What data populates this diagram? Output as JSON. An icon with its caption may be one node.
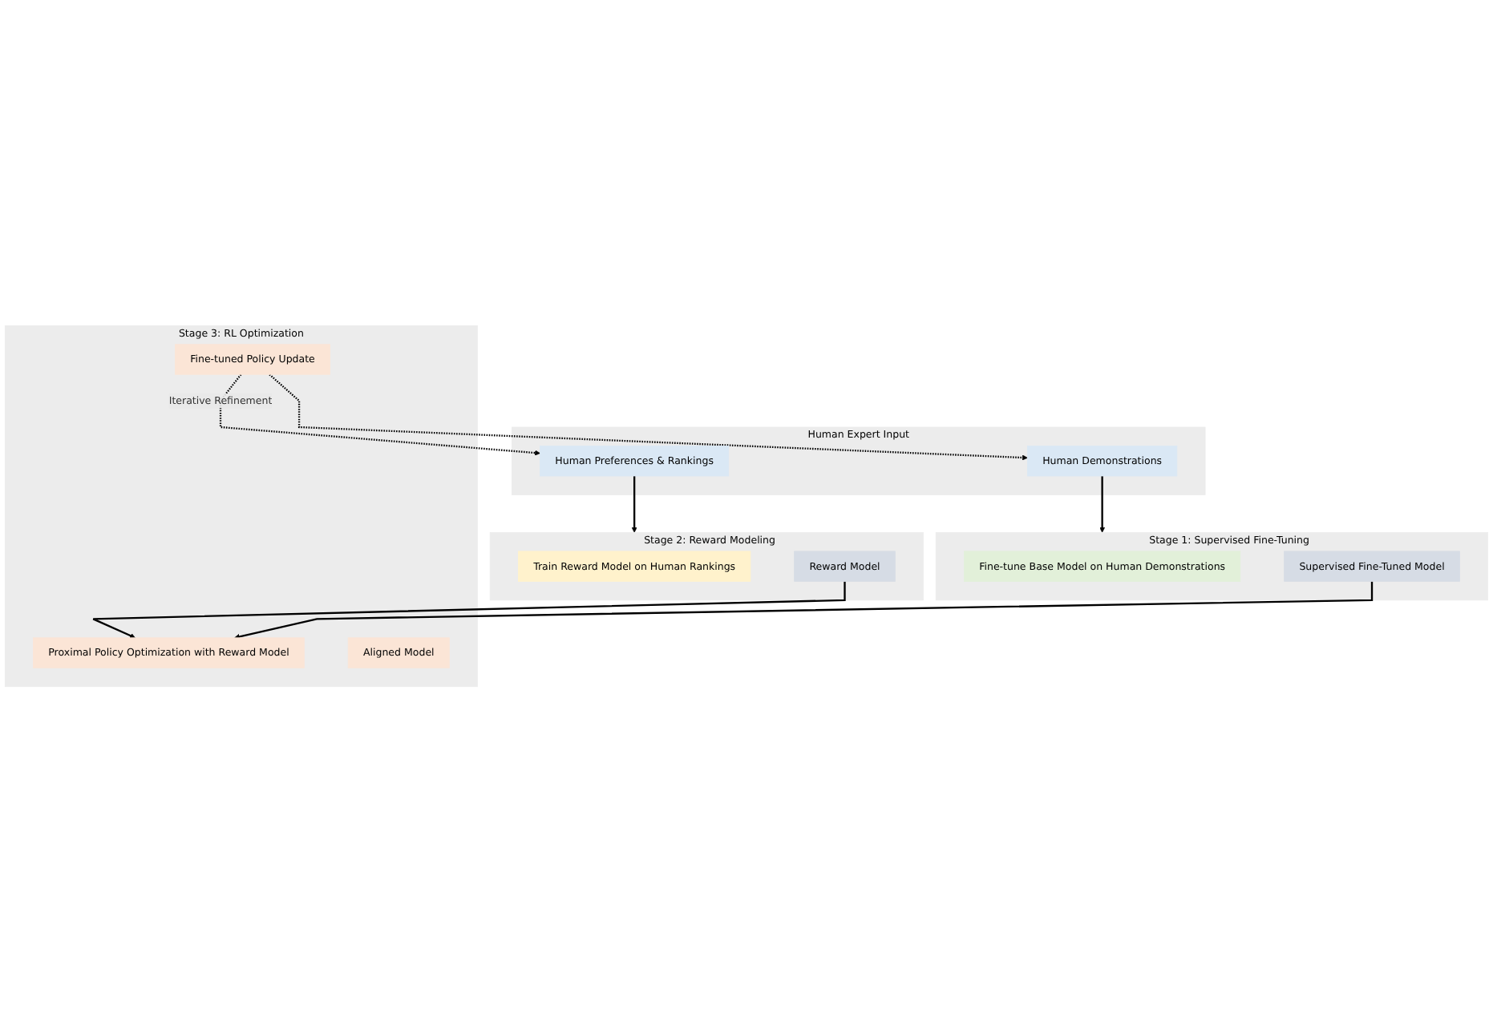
{
  "diagram": {
    "nodes": [
      {
        "text": [
          "Human Expert Input"
        ]
      },
      {
        "text": [
          "Human Preferences & Rankings"
        ],
        "in": 0
      },
      {
        "text": [
          "Human Demonstrations"
        ],
        "in": 0
      },
      {
        "text": [
          "Stage 2: Reward Modeling"
        ]
      },
      {
        "text": [
          "Train Reward Model on Human Rankings"
        ],
        "in": 3
      },
      {
        "text": [
          "Reward Model"
        ],
        "in": 3
      },
      {
        "text": [
          "Stage 1: Supervised Fine-Tuning"
        ]
      },
      {
        "text": [
          "Fine-tune Base Model on Human Demonstrations"
        ],
        "in": 6
      },
      {
        "text": [
          "Supervised Fine-Tuned Model"
        ],
        "in": 6
      },
      {
        "text": [
          "Stage 3: RL Optimization"
        ]
      },
      {
        "text": [
          "Fine-tuned Policy Update"
        ],
        "in": 9
      },
      {
        "text": [
          "Proximal Policy Optimization with Reward Model"
        ],
        "in": 9
      },
      {
        "text": [
          "Aligned Model"
        ],
        "in": 9
      }
    ],
    "edges": [
      {
        "from": 1,
        "to": 3,
        "arrow": "to"
      },
      {
        "from": 2,
        "to": 6,
        "arrow": "to"
      },
      {
        "from": 5,
        "to": 11,
        "arrow": "to"
      },
      {
        "from": 8,
        "to": 11,
        "arrow": "to"
      },
      {
        "from": 10,
        "to": 1,
        "arrow": "to",
        "style": "dashed",
        "label": "Iterative Refinement"
      },
      {
        "from": 10,
        "to": 2,
        "arrow": "to",
        "style": "dashed"
      }
    ]
  }
}
